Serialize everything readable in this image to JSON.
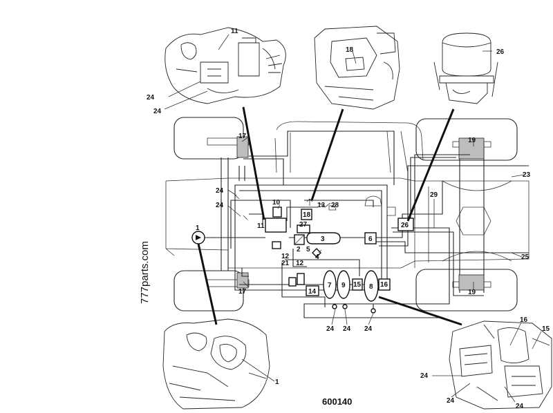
{
  "drawing_number": "600140",
  "watermark": "777parts.com",
  "watermark_small": "777parts.com",
  "callouts": {
    "c1": "1",
    "c2": "2",
    "c3": "3",
    "c4": "4",
    "c5": "5",
    "c6": "6",
    "c7": "7",
    "c8": "8",
    "c9": "9",
    "c10": "10",
    "c11": "11",
    "c12": "12",
    "c13": "13",
    "c14": "14",
    "c15": "15",
    "c16": "16",
    "c17": "17",
    "c18": "18",
    "c19": "19",
    "c21": "21",
    "c23": "23",
    "c24": "24",
    "c25": "25",
    "c26": "26",
    "c27": "27",
    "c28": "28",
    "c29": "29"
  }
}
